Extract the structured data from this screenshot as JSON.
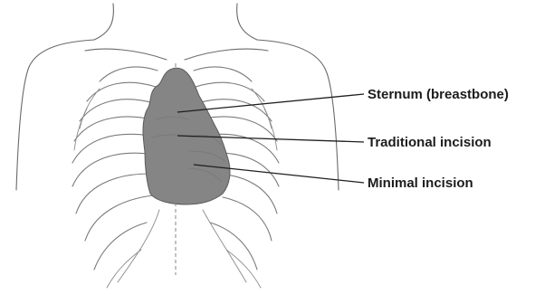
{
  "diagram": {
    "labels": {
      "sternum": "Sternum (breastbone)",
      "traditional": "Traditional incision",
      "minimal": "Minimal incision"
    },
    "colors": {
      "heart_fill": "#858585",
      "heart_edge": "#5a5a5a",
      "outline": "#6a6a6a",
      "ribs": "#7a7a7a",
      "leader_lines": "#1e1e1e",
      "label_text": "#1c1c1c",
      "background": "#ffffff"
    }
  }
}
